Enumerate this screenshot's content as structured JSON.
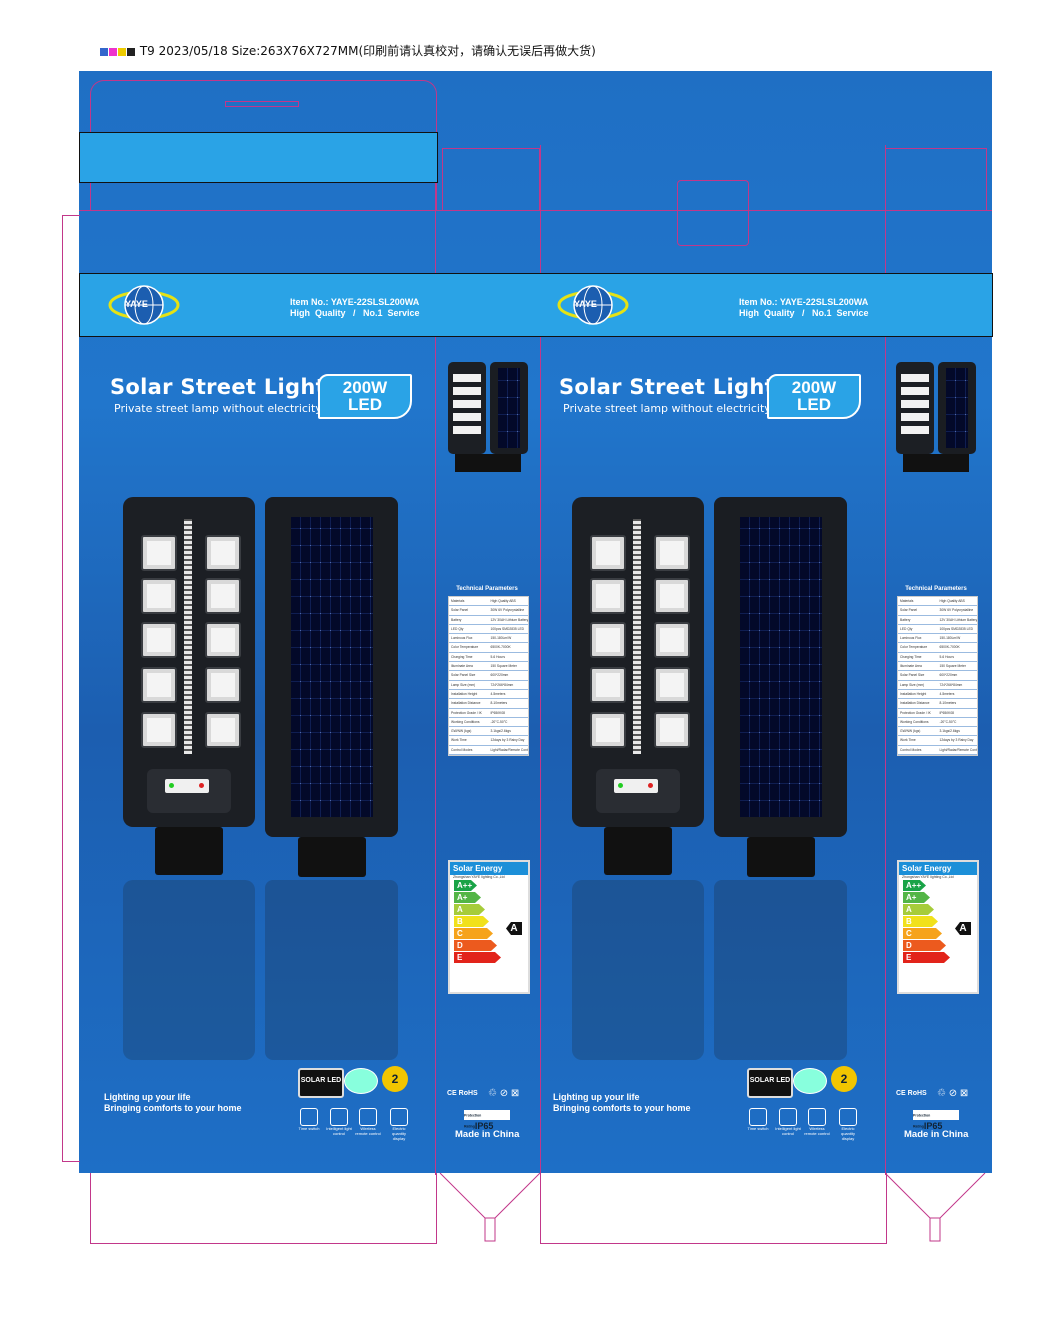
{
  "header": {
    "print_info": "T9 2023/05/18 Size:263X76X727MM(印刷前请认真校对，请确认无误后再做大货)"
  },
  "brand": {
    "logo_text": "YAYE",
    "item_no": "Item No.: YAYE-22SLSL200WA",
    "quality": "High  Quality   /   No.1  Service"
  },
  "front": {
    "title": "Solar Street Light",
    "subtitle": "Private street lamp without electricity",
    "power": "200W",
    "type": "LED",
    "tagline_1": "Lighting up your life",
    "tagline_2": "Bringing comforts to your home",
    "solar_led_badge": "SOLAR LED",
    "warranty": "2",
    "features": [
      "Time switch",
      "Intelligent light control",
      "Wireless remote control",
      "Electric quantity display"
    ]
  },
  "side": {
    "tech_title": "Technical Parameters",
    "tech_rows": [
      [
        "Materials",
        "High Quality ABS"
      ],
      [
        "Solar Panel",
        "30W 6V Polycrystalline"
      ],
      [
        "Battery",
        "12V 30AH Lithium Battery"
      ],
      [
        "LED Qty",
        "100pcs SMD2835 LED"
      ],
      [
        "Luminous Flux",
        "150-180Lm/W"
      ],
      [
        "Color Temperature",
        "6500K-7000K"
      ],
      [
        "Charging Time",
        "5-6 Hours"
      ],
      [
        "Illuminate Area",
        "150 Square Meter"
      ],
      [
        "Solar Panel Size",
        "600*220mm"
      ],
      [
        "Lamp Size (mm)",
        "724*266*84mm"
      ],
      [
        "Installation Height",
        "4-5meters"
      ],
      [
        "Installation Distance",
        "8-10meters"
      ],
      [
        "Protection Grade / IK",
        "IP65/IK08"
      ],
      [
        "Working Conditions",
        "-20°C-50°C"
      ],
      [
        "GW/NW (kgs)",
        "3.1kgs/2.6kgs"
      ],
      [
        "Work Time",
        "12days by 3 Rainy Day"
      ],
      [
        "Control Modes",
        "Light/Radar/Remote Control"
      ]
    ],
    "energy_title": "Solar Energy",
    "energy_company": "Zhongshan YAYE lighting Co.,Ltd",
    "energy_classes": [
      "A++",
      "A+",
      "A",
      "B",
      "C",
      "D",
      "E"
    ],
    "energy_rating": "A",
    "cert": "CE RoHS",
    "protection_label": "Protection Rating",
    "ip": "IP65",
    "made_in": "Made in China"
  },
  "colors": {
    "box": "#1f6fc4",
    "band": "#2aa3e6",
    "dieline": "#c2378a"
  }
}
